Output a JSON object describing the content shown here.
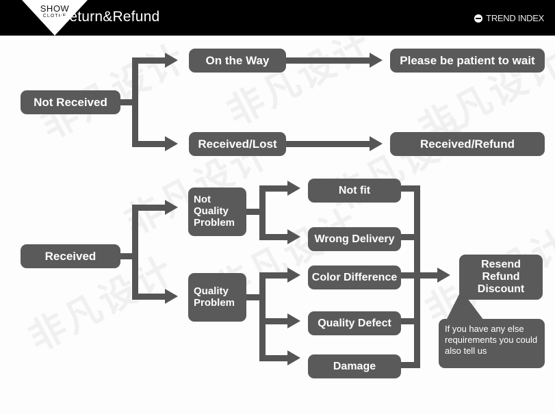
{
  "header": {
    "logo_primary": "SHOW",
    "logo_secondary": "CLOTHE",
    "title": "Return&Refund",
    "brand_label": "TREND INDEX",
    "brand_icon": "globe-icon",
    "bg_color": "#000000",
    "text_color": "#ffffff"
  },
  "theme": {
    "node_color": "#5a5a5a",
    "connector_color": "#555555",
    "page_bg": "#fdfdfd",
    "watermark_color": "#f0f0f0"
  },
  "watermark": {
    "text": "非凡设计"
  },
  "flow": {
    "top_branch": {
      "root": "Not Received",
      "paths": [
        {
          "condition": "On the Way",
          "outcome": "Please be patient to wait"
        },
        {
          "condition": "Received/Lost",
          "outcome": "Received/Refund"
        }
      ]
    },
    "bottom_branch": {
      "root": "Received",
      "categories": [
        {
          "label": "Not Quality Problem",
          "reasons": [
            "Not fit",
            "Wrong Delivery"
          ]
        },
        {
          "label": "Quality Problem",
          "reasons": [
            "Color Difference",
            "Quality Defect",
            "Damage"
          ]
        }
      ],
      "resolution": "Resend Refund Discount",
      "note": "If you have any else requirements you could also tell us"
    }
  }
}
